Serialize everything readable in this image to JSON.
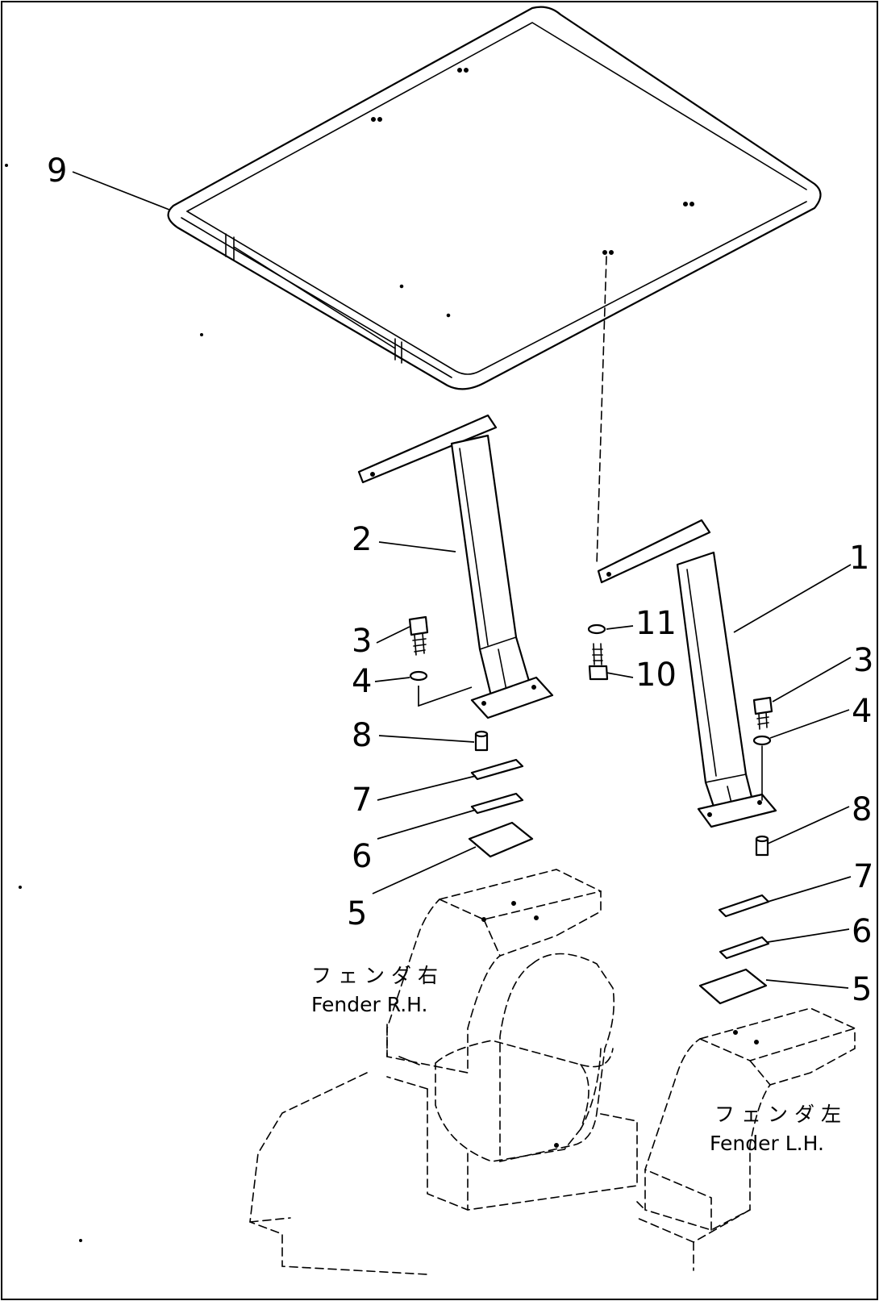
{
  "callouts": {
    "c1": "1",
    "c2": "2",
    "c3_left": "3",
    "c3_right": "3",
    "c4_left": "4",
    "c4_right": "4",
    "c5_left": "5",
    "c5_right": "5",
    "c6_left": "6",
    "c6_right": "6",
    "c7_left": "7",
    "c7_right": "7",
    "c8_left": "8",
    "c8_right": "8",
    "c9": "9",
    "c10": "10",
    "c11": "11"
  },
  "labels": {
    "fender_rh_jp": "フェンダ右",
    "fender_rh_en": "Fender R.H.",
    "fender_lh_jp": "フェンダ左",
    "fender_lh_en": "Fender L.H."
  }
}
